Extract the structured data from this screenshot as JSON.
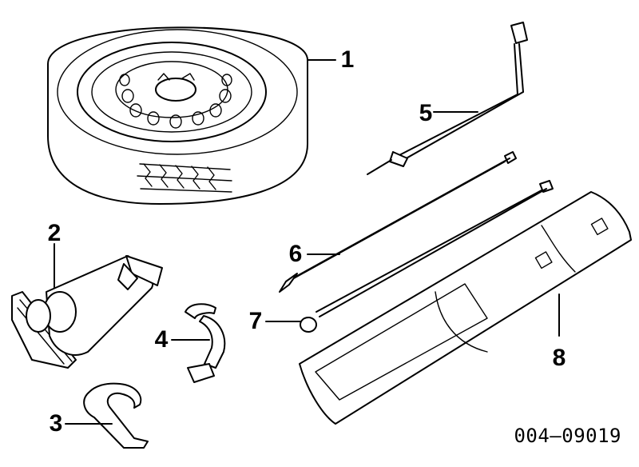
{
  "callouts": [
    {
      "id": "1",
      "label": "1",
      "part": "spare-tire"
    },
    {
      "id": "2",
      "label": "2",
      "part": "jack"
    },
    {
      "id": "3",
      "label": "3",
      "part": "hook"
    },
    {
      "id": "4",
      "label": "4",
      "part": "strap"
    },
    {
      "id": "5",
      "label": "5",
      "part": "lug-wrench"
    },
    {
      "id": "6",
      "label": "6",
      "part": "extension-rod"
    },
    {
      "id": "7",
      "label": "7",
      "part": "extension-rod-2"
    },
    {
      "id": "8",
      "label": "8",
      "part": "instruction-label"
    }
  ],
  "reference_code": "004—09019"
}
